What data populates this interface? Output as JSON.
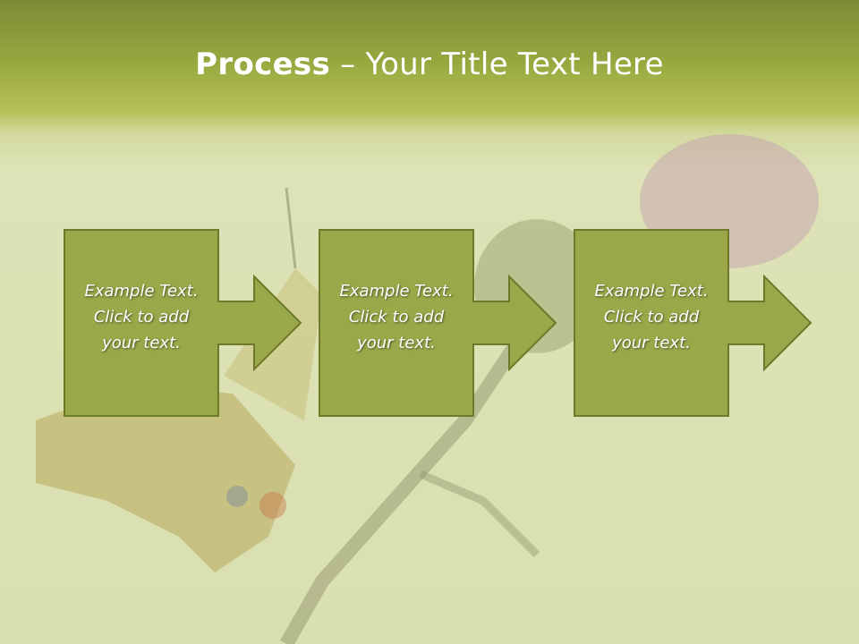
{
  "title": {
    "bold": "Process",
    "rest": " – Your Title Text Here"
  },
  "steps": [
    {
      "line1": "Example Text.",
      "line2": "Click  to add",
      "line3": "your text."
    },
    {
      "line1": "Example Text.",
      "line2": "Click  to add",
      "line3": "your text."
    },
    {
      "line1": "Example Text.",
      "line2": "Click  to add",
      "line3": "your text."
    }
  ],
  "colors": {
    "box_fill": "#9aa84a",
    "box_stroke": "#6d7a2a",
    "title_bar": "#9aab3f"
  }
}
